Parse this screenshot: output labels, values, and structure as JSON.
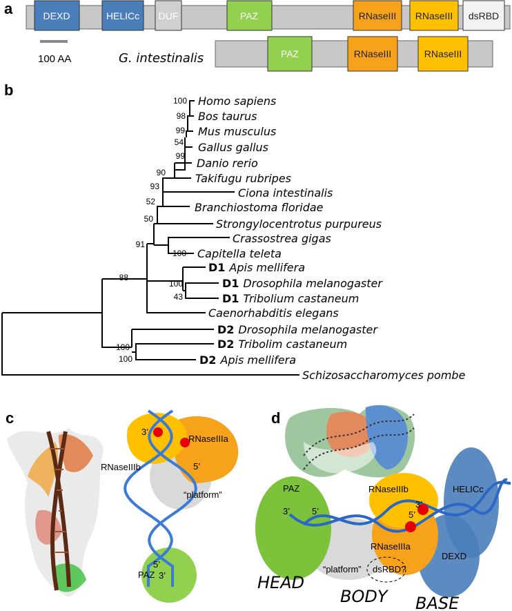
{
  "panels": {
    "a": {
      "letter": "a",
      "full_domains": [
        "DEXD",
        "HELICc",
        "DUF",
        "PAZ",
        "RNaseIII",
        "RNaseIII",
        "dsRBD"
      ],
      "scale_label": "100 AA",
      "species_label": "G. intestinalis",
      "giardia_domains": [
        "PAZ",
        "RNaseIII",
        "RNaseIII"
      ],
      "colors": {
        "backbone": "#c8c8c8",
        "dexd": "#4a7ebb",
        "duf": "#c8c8c8",
        "paz": "#92d050",
        "rnase1": "#f7a21b",
        "rnase2": "#ffc000",
        "dsrbd": "#f2f2f2"
      }
    },
    "b": {
      "letter": "b",
      "taxa": [
        {
          "prefix": "",
          "name": "Homo sapiens"
        },
        {
          "prefix": "",
          "name": "Bos taurus"
        },
        {
          "prefix": "",
          "name": "Mus musculus"
        },
        {
          "prefix": "",
          "name": "Gallus gallus"
        },
        {
          "prefix": "",
          "name": "Danio rerio"
        },
        {
          "prefix": "",
          "name": "Takifugu rubripes"
        },
        {
          "prefix": "",
          "name": "Ciona intestinalis"
        },
        {
          "prefix": "",
          "name": "Branchiostoma floridae"
        },
        {
          "prefix": "",
          "name": "Strongylocentrotus purpureus"
        },
        {
          "prefix": "",
          "name": "Crassostrea gigas"
        },
        {
          "prefix": "",
          "name": "Capitella teleta"
        },
        {
          "prefix": "D1",
          "name": "Apis mellifera"
        },
        {
          "prefix": "D1",
          "name": "Drosophila melanogaster"
        },
        {
          "prefix": "D1",
          "name": "Tribolium castaneum"
        },
        {
          "prefix": "",
          "name": "Caenorhabditis elegans"
        },
        {
          "prefix": "D2",
          "name": "Drosophila melanogaster"
        },
        {
          "prefix": "D2",
          "name": "Tribolim castaneum"
        },
        {
          "prefix": "D2",
          "name": "Apis mellifera"
        },
        {
          "prefix": "",
          "name": "Schizosaccharomyces pombe"
        }
      ],
      "bootstrap": [
        "100",
        "98",
        "99",
        "54",
        "99",
        "90",
        "93",
        "52",
        "50",
        "100",
        "91",
        "88",
        "100",
        "43",
        "100",
        "100"
      ]
    },
    "c": {
      "letter": "c",
      "labels": {
        "rnase_a": "RNaseIIIa",
        "rnase_b": "RNaseIIIb",
        "platform": "“platform”",
        "paz": "PAZ",
        "three_top": "3’",
        "five_top": "5’",
        "five_bottom": "5’",
        "three_bottom": "3’"
      }
    },
    "d": {
      "letter": "d",
      "labels": {
        "paz": "PAZ",
        "paz_3": "3’",
        "paz_5": "5’",
        "rnase_b": "RNaseIIIb",
        "rnase_a": "RNaseIIIa",
        "helicc": "HELICc",
        "dexd": "DEXD",
        "cut_3": "3’",
        "cut_5": "5’",
        "platform": "“platform”",
        "dsrbd": "dsRBD?",
        "head": "HEAD",
        "body": "BODY",
        "base": "BASE"
      }
    }
  }
}
